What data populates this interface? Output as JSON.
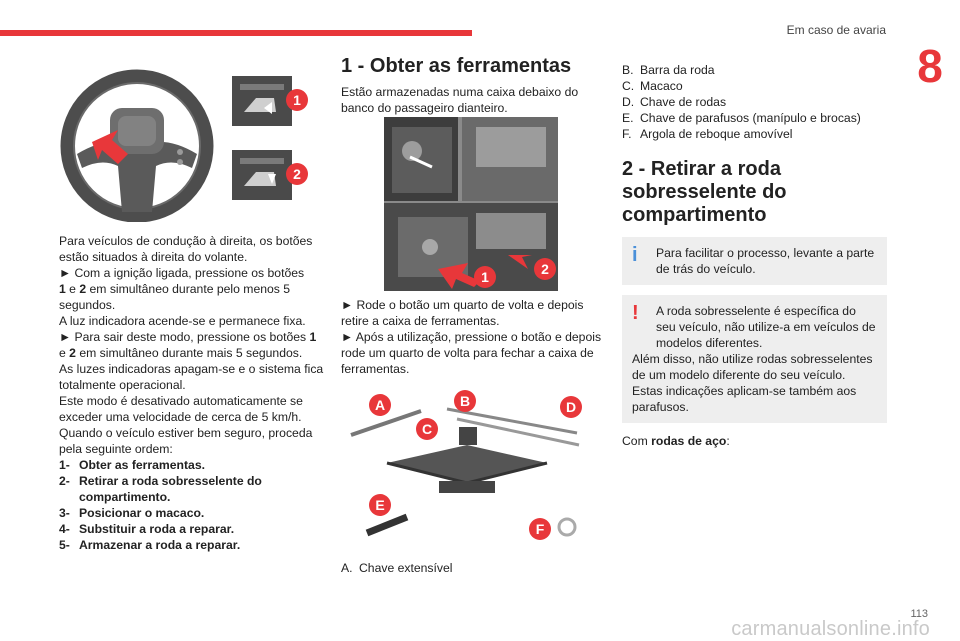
{
  "header": {
    "section": "Em caso de avaria",
    "chapter": "8"
  },
  "footer": {
    "page": "113",
    "watermark": "carmanualsonline.info"
  },
  "col1": {
    "badges": [
      "1",
      "2"
    ],
    "intro": "Para veículos de condução à direita, os botões estão situados à direita do volante.",
    "b1_pre": "► Com a ignição ligada, pressione os botões",
    "b1_n1": "1",
    "b1_e": " e ",
    "b1_n2": "2",
    "b1_post": " em simultâneo durante pelo menos 5 segundos.",
    "lamp_on": "A luz indicadora acende-se e permanece fixa.",
    "b2_pre": "► Para sair deste modo, pressione os botões ",
    "b2_n1": "1",
    "b2_e": "e ",
    "b2_n2": "2",
    "b2_post": " em simultâneo durante mais 5 segundos.",
    "lamp_off": "As luzes indicadoras apagam-se e o sistema fica totalmente operacional.",
    "auto_off": "Este modo é desativado automaticamente se exceder uma velocidade de cerca de 5 km/h.",
    "order": "Quando o veículo estiver bem seguro, proceda pela seguinte ordem:",
    "steps": [
      {
        "n": "1-",
        "t": "Obter as ferramentas."
      },
      {
        "n": "2-",
        "t": "Retirar a roda sobresselente do compartimento."
      },
      {
        "n": "3-",
        "t": "Posicionar o macaco."
      },
      {
        "n": "4-",
        "t": "Substituir a roda a reparar."
      },
      {
        "n": "5-",
        "t": "Armazenar a roda a reparar."
      }
    ]
  },
  "col2": {
    "title": "1 - Obter as ferramentas",
    "intro": "Estão armazenadas numa caixa debaixo do banco do passageiro dianteiro.",
    "photo_badges": [
      "1",
      "2"
    ],
    "b1": "► Rode o botão um quarto de volta e depois retire a caixa de ferramentas.",
    "b2": "► Após a utilização, pressione o botão e depois rode um quarto de volta para fechar a caixa de ferramentas.",
    "tool_badges": [
      "A",
      "B",
      "C",
      "D",
      "E",
      "F"
    ],
    "item_a": {
      "l": "A.",
      "t": "Chave extensível"
    }
  },
  "col3": {
    "items": [
      {
        "l": "B.",
        "t": "Barra da roda"
      },
      {
        "l": "C.",
        "t": "Macaco"
      },
      {
        "l": "D.",
        "t": "Chave de rodas"
      },
      {
        "l": "E.",
        "t": "Chave de parafusos (manípulo e brocas)"
      },
      {
        "l": "F.",
        "t": "Argola de reboque amovível"
      }
    ],
    "title": "2 - Retirar a roda sobresselente do compartimento",
    "info_mark": "i",
    "info": "Para facilitar o processo, levante a parte de trás do veículo.",
    "warn_mark": "!",
    "warn_1": "A roda sobresselente é específica do seu veículo, não utilize-a em veículos de modelos diferentes.",
    "warn_2": "Além disso, não utilize rodas sobresselentes de um modelo diferente do seu veículo.",
    "warn_3": "Estas indicações aplicam-se também aos parafusos.",
    "wheels_pre": "Com ",
    "wheels_b": "rodas de aço",
    "wheels_post": ":"
  }
}
